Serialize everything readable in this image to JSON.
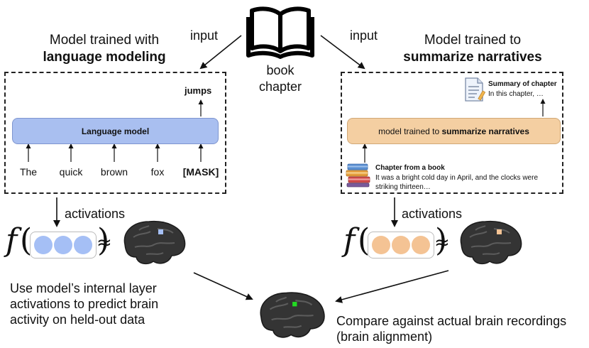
{
  "book": {
    "label_line1": "book",
    "label_line2": "chapter"
  },
  "left": {
    "input_label": "input",
    "title_line1": "Model trained with",
    "title_line2": "language modeling",
    "model_label": "Language model",
    "output_token": "jumps",
    "tokens": [
      "The",
      "quick",
      "brown",
      "fox",
      "[MASK]"
    ],
    "activations_label": "activations",
    "f_symbol": "f",
    "approx_symbol": "≈",
    "dot_color": "#a5bff5",
    "highlight_color": "#a5bff5",
    "description": [
      "Use model’s internal layer",
      "activations to predict brain",
      "activity on held-out data"
    ]
  },
  "right": {
    "input_label": "input",
    "title_line1": "Model trained to",
    "title_line2": "summarize narratives",
    "model_label_prefix": "model trained to ",
    "model_label_bold": "summarize narratives",
    "summary_title": "Summary of chapter",
    "summary_text": "In this chapter, …",
    "chapter_title": "Chapter from a book",
    "chapter_text_line1": "It was a bright cold day in April, and the clocks were",
    "chapter_text_line2": "striking thirteen…",
    "activations_label": "activations",
    "f_symbol": "f",
    "approx_symbol": "≈",
    "dot_color": "#f4c394",
    "highlight_color": "#f4c394"
  },
  "bottom": {
    "description": [
      "Compare against actual brain recordings",
      "(brain alignment)"
    ],
    "highlight_color": "#22dd22"
  },
  "icons": [
    "open-book-icon",
    "brain-icon",
    "document-icon",
    "stacked-books-icon"
  ]
}
